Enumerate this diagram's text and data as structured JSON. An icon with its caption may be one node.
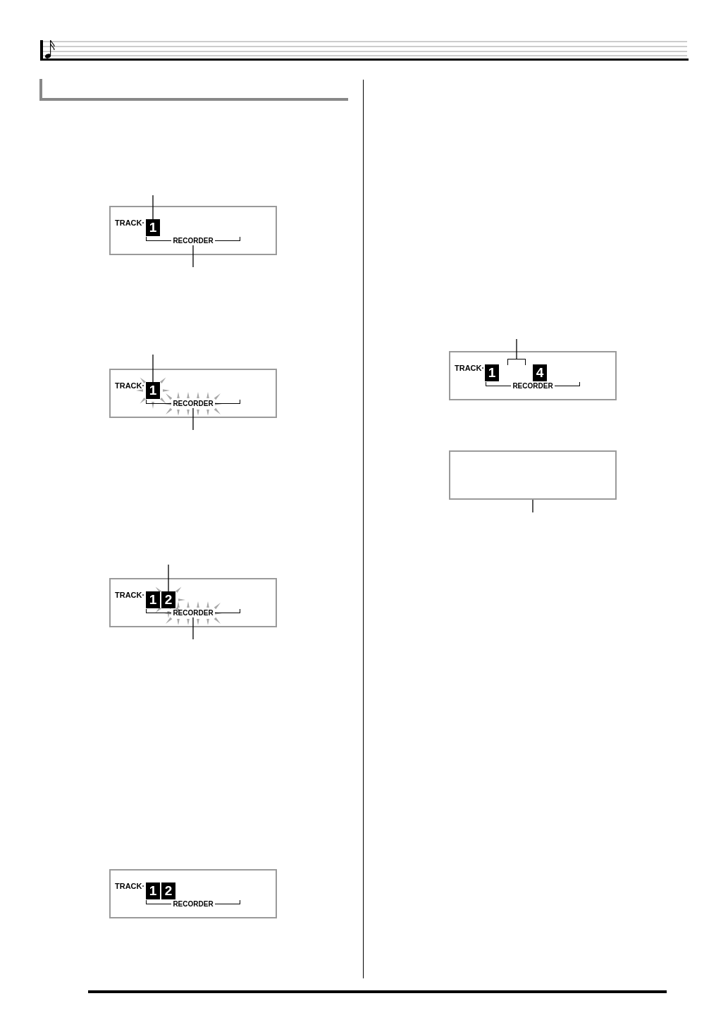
{
  "diagram": {
    "nodes": [
      {
        "text": [
          "TRACK·"
        ]
      },
      {
        "text": [
          "1"
        ],
        "in": 0
      },
      {
        "text": [
          "RECORDER"
        ],
        "in": 0
      },
      {
        "text": [
          "TRACK·"
        ]
      },
      {
        "text": [
          "1"
        ],
        "in": 3
      },
      {
        "text": [
          "RECORDER"
        ],
        "in": 3
      },
      {
        "text": [
          "TRACK·"
        ]
      },
      {
        "text": [
          "1"
        ],
        "in": 6
      },
      {
        "text": [
          "2"
        ],
        "in": 6
      },
      {
        "text": [
          "RECORDER"
        ],
        "in": 6
      },
      {
        "text": [
          "TRACK·"
        ]
      },
      {
        "text": [
          "1"
        ],
        "in": 10
      },
      {
        "text": [
          "2"
        ],
        "in": 10
      },
      {
        "text": [
          "RECORDER"
        ],
        "in": 10
      },
      {
        "text": [
          "TRACK·"
        ]
      },
      {
        "text": [
          "1"
        ],
        "in": 14
      },
      {
        "text": [],
        "shape": "bracket",
        "in": 14
      },
      {
        "text": [
          "4"
        ],
        "in": 14
      },
      {
        "text": [
          "RECORDER"
        ],
        "in": 14
      },
      {
        "text": [],
        "shape": "box"
      }
    ],
    "edges": [
      {
        "from": null,
        "to": 1,
        "arrow": "none"
      },
      {
        "from": null,
        "to": 2,
        "arrow": "none"
      },
      {
        "from": null,
        "to": 4,
        "arrow": "none"
      },
      {
        "from": null,
        "to": 5,
        "arrow": "none"
      },
      {
        "from": null,
        "to": 8,
        "arrow": "none"
      },
      {
        "from": null,
        "to": 9,
        "arrow": "none"
      },
      {
        "from": null,
        "to": 16,
        "arrow": "none"
      },
      {
        "from": null,
        "to": 19,
        "arrow": "none"
      }
    ]
  }
}
